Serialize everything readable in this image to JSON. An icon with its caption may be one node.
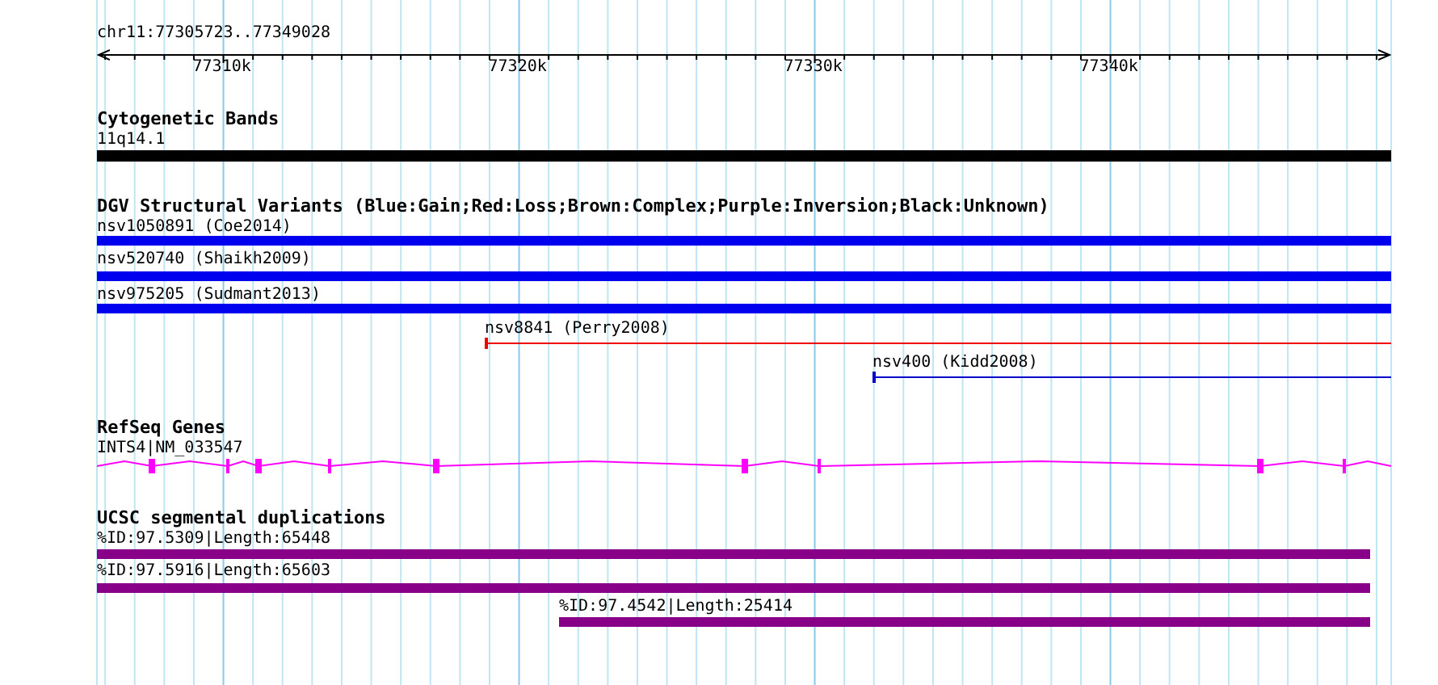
{
  "diagram": {
    "nodes": [
      {
        "text": [
          "11q14.1"
        ]
      },
      {
        "text": [
          "nsv1050891 (Coe2014)"
        ]
      },
      {
        "text": [
          "nsv520740 (Shaikh2009)"
        ]
      },
      {
        "text": [
          "nsv975205 (Sudmant2013)"
        ]
      },
      {
        "text": [
          "nsv8841 (Perry2008)"
        ]
      },
      {
        "text": [
          "nsv400 (Kidd2008)"
        ]
      },
      {
        "text": [
          "INTS4|NM_033547"
        ]
      },
      {
        "text": [
          "%ID:97.5309|Length:65448"
        ]
      },
      {
        "text": [
          "%ID:97.5916|Length:65603"
        ]
      },
      {
        "text": [
          "%ID:97.4542|Length:25414"
        ]
      }
    ],
    "edges": [],
    "labels": [
      "chr11:77305723..77349028",
      "77310k",
      "77320k",
      "77330k",
      "77340k",
      "Cytogenetic Bands",
      "DGV Structural Variants (Blue:Gain;Red:Loss;Brown:Complex;Purple:Inversion;Black:Unknown)",
      "RefSeq Genes",
      "UCSC segmental duplications"
    ]
  }
}
